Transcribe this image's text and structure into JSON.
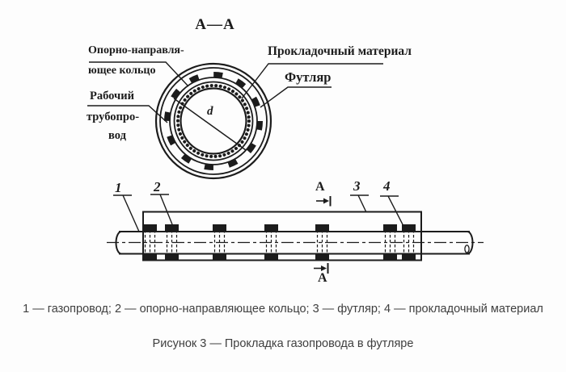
{
  "figure": {
    "section_title": "А—А",
    "labels": {
      "ring_line1": "Опорно-направля-",
      "ring_line2": "ющее кольцо",
      "gasket": "Прокладочный материал",
      "casing": "Футляр",
      "pipe_line1": "Рабочий",
      "pipe_line2": "трубопро-",
      "pipe_line3": "вод",
      "diameter": "d"
    },
    "callouts": {
      "n1": "1",
      "n2": "2",
      "n3": "3",
      "n4": "4",
      "section_letter_top": "А",
      "section_letter_bottom": "А"
    },
    "caption_legend": "1 — газопровод; 2 — опорно-направляющее кольцо; 3 — футляр; 4 — прокладочный материал",
    "caption_figure": "Рисунок 3 — Прокладка газопровода в футляре",
    "colors": {
      "line": "#1c1c1c",
      "caption_text": "#3f3f3f",
      "background": "#fdfdfd"
    }
  }
}
